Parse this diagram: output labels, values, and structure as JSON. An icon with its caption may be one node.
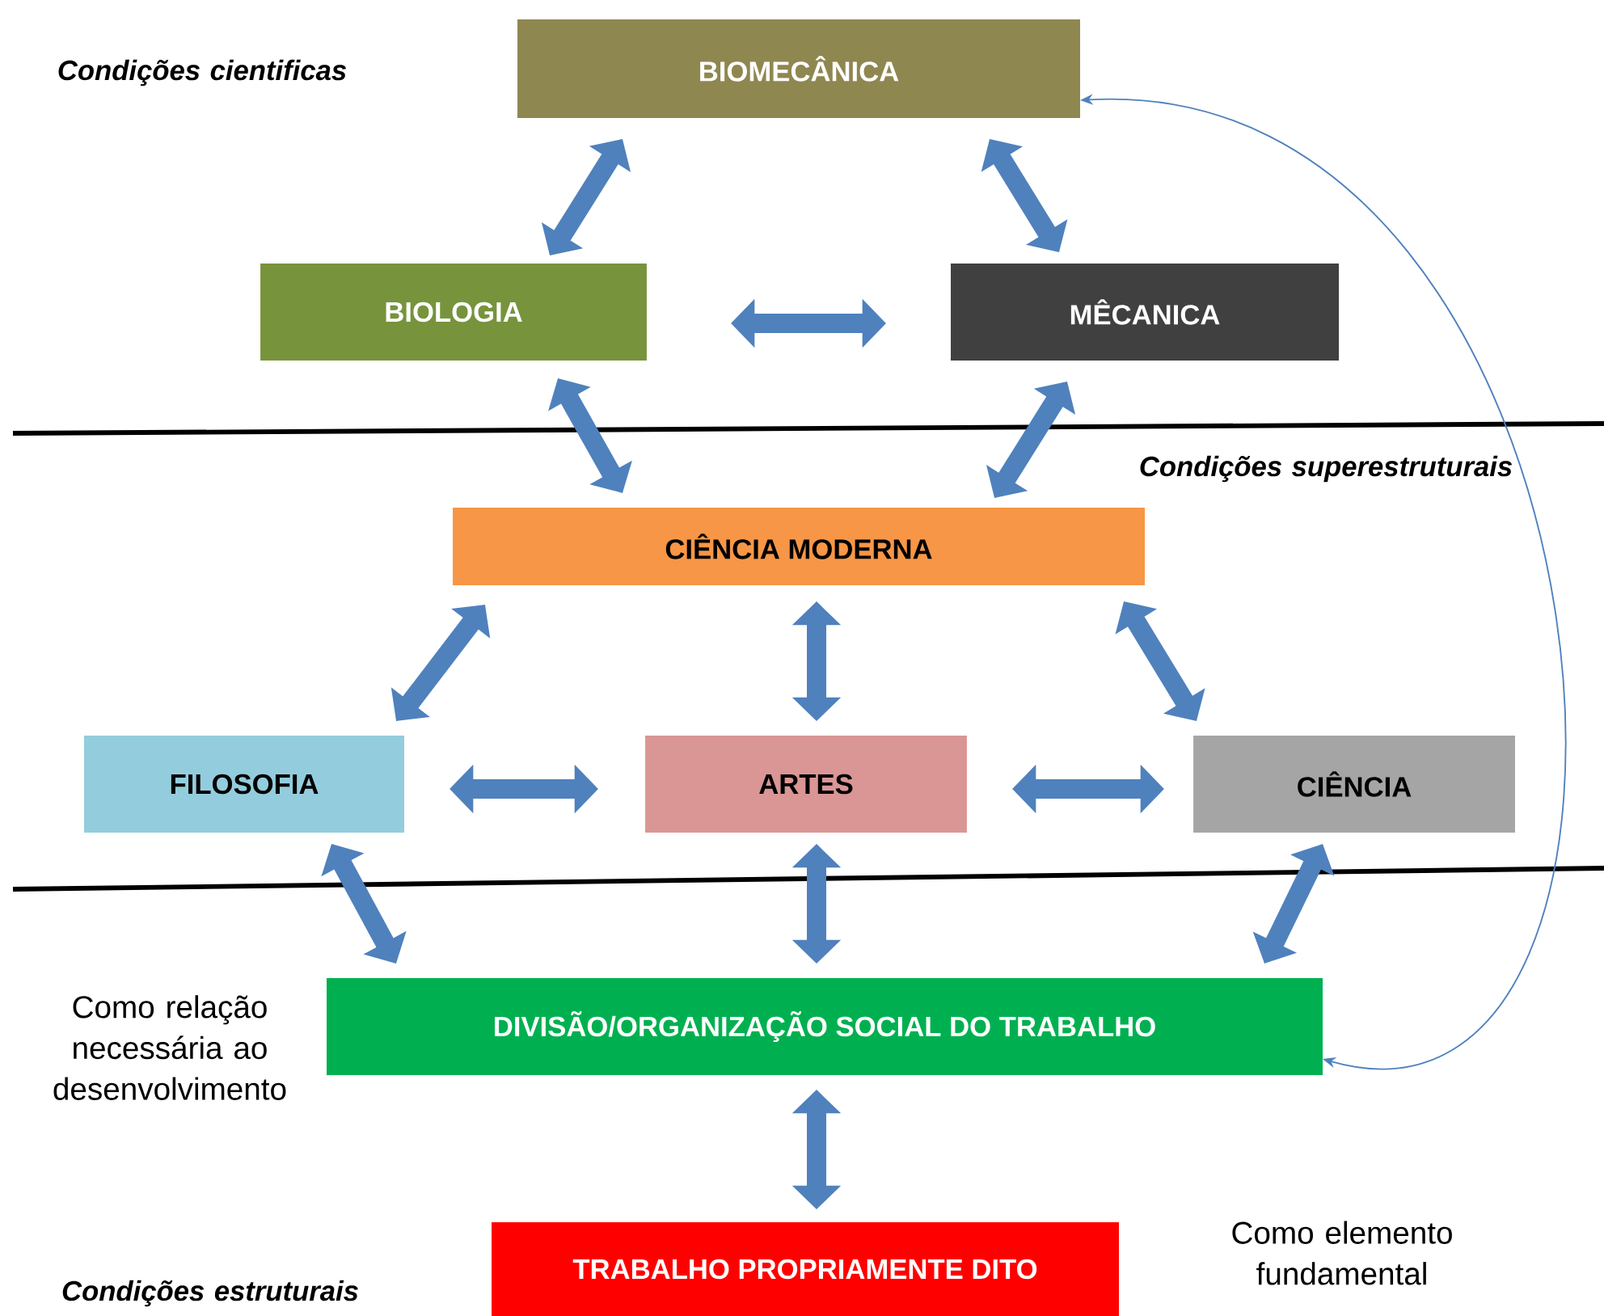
{
  "diagram": {
    "nodes": [
      {
        "text": [
          "BIOMECÂNICA"
        ]
      },
      {
        "text": [
          "BIOLOGIA"
        ]
      },
      {
        "text": [
          "MÊCANICA"
        ]
      },
      {
        "text": [
          "CIÊNCIA MODERNA"
        ]
      },
      {
        "text": [
          "FILOSOFIA"
        ]
      },
      {
        "text": [
          "ARTES"
        ]
      },
      {
        "text": [
          "CIÊNCIA"
        ]
      },
      {
        "text": [
          "DIVISÃO/ORGANIZAÇÃO SOCIAL DO TRABALHO"
        ]
      },
      {
        "text": [
          "TRABALHO PROPRIAMENTE DITO"
        ]
      }
    ],
    "edges": [
      {
        "from": 0,
        "to": 1,
        "arrow": "both"
      },
      {
        "from": 0,
        "to": 2,
        "arrow": "both"
      },
      {
        "from": 1,
        "to": 2,
        "arrow": "both"
      },
      {
        "from": 1,
        "to": 3,
        "arrow": "both"
      },
      {
        "from": 2,
        "to": 3,
        "arrow": "both"
      },
      {
        "from": 3,
        "to": 4,
        "arrow": "both"
      },
      {
        "from": 3,
        "to": 5,
        "arrow": "both"
      },
      {
        "from": 3,
        "to": 6,
        "arrow": "both"
      },
      {
        "from": 4,
        "to": 5,
        "arrow": "both"
      },
      {
        "from": 5,
        "to": 6,
        "arrow": "both"
      },
      {
        "from": 4,
        "to": 7,
        "arrow": "both"
      },
      {
        "from": 5,
        "to": 7,
        "arrow": "both"
      },
      {
        "from": 6,
        "to": 7,
        "arrow": "both"
      },
      {
        "from": 7,
        "to": 8,
        "arrow": "both"
      },
      {
        "from": 7,
        "to": 0,
        "arrow": "both"
      }
    ],
    "labels": [
      "Condições cientificas",
      "Condições superestruturais",
      "Como relação necessária ao desenvolvimento",
      "Como elemento fundamental",
      "Condições estruturais"
    ]
  }
}
